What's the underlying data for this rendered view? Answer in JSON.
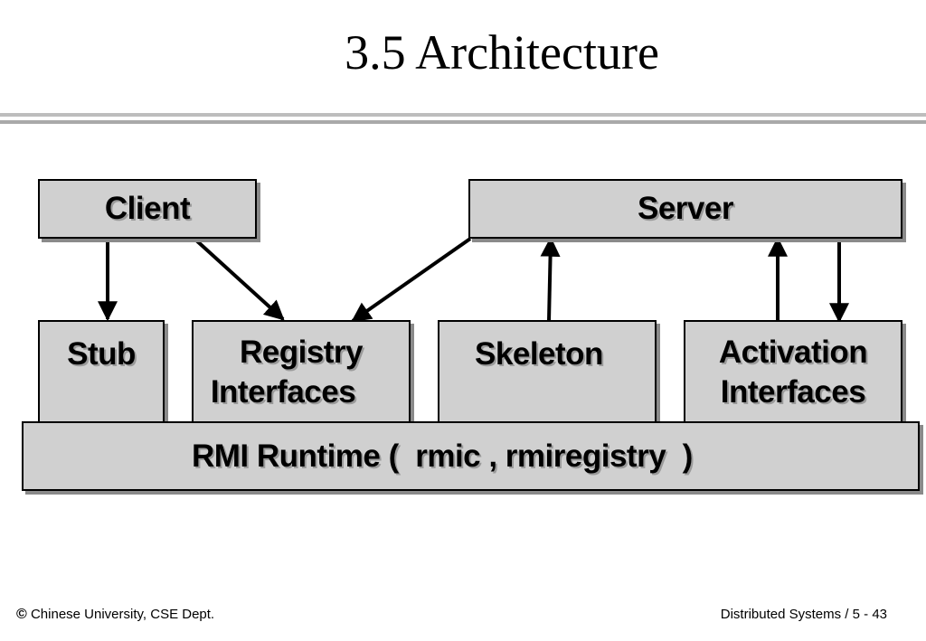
{
  "title": "3.5 Architecture",
  "boxes": {
    "client": "Client",
    "server": "Server",
    "stub": "Stub",
    "registry_line1": "Registry",
    "registry_line2": "Interfaces",
    "skeleton": "Skeleton",
    "activation_line1": "Activation",
    "activation_line2": "Interfaces",
    "runtime": "RMI Runtime (  rmic , rmiregistry  )"
  },
  "footer": {
    "copyright_symbol": "©",
    "left_text": " Chinese University, CSE Dept.",
    "right_text": "Distributed Systems / 5 - 43"
  },
  "colors": {
    "box_fill": "#d0d0d0",
    "box_shadow": "#8a8a8a",
    "rule_gray": "#b4b4b4"
  }
}
